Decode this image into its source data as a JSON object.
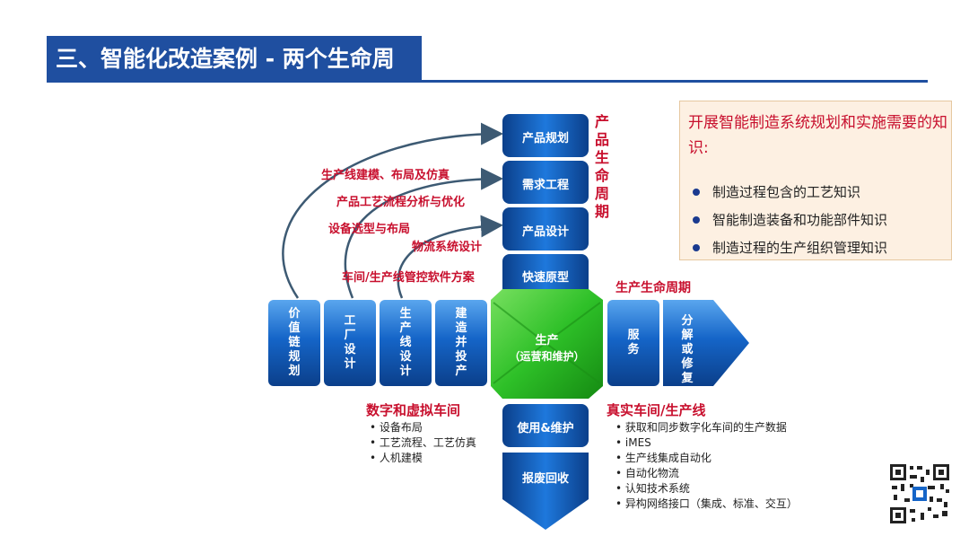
{
  "title": "三、智能化改造案例 - 两个生命周",
  "arc_labels": [
    "生产线建模、布局及仿真",
    "产品工艺流程分析与优化",
    "设备选型与布局",
    "物流系统设计",
    "车间/生产线管控软件方案"
  ],
  "product_lifecycle_label": "产品生命周期",
  "production_lifecycle_label": "生产生命周期",
  "column_stages": [
    "产品规划",
    "需求工程",
    "产品设计",
    "快速原型"
  ],
  "lower_stages": [
    "使用&维护",
    "报废回收"
  ],
  "row_stages": [
    "价值链规划",
    "工厂设计",
    "生产线设计",
    "建造并投产"
  ],
  "right_stages": [
    "服务",
    "分解或修复"
  ],
  "center": {
    "line1": "生产",
    "line2": "（运营和维护）"
  },
  "knowledge": {
    "title": "开展智能制造系统规划和实施需要的知识:",
    "items": [
      "制造过程包含的工艺知识",
      "智能制造装备和功能部件知识",
      "制造过程的生产组织管理知识"
    ]
  },
  "digital": {
    "title": "数字和虚拟车间",
    "items": [
      "设备布局",
      "工艺流程、工艺仿真",
      "人机建模"
    ]
  },
  "real": {
    "title": "真实车间/生产线",
    "items": [
      "获取和同步数字化车间的生产数据",
      "iMES",
      "生产线集成自动化",
      "自动化物流",
      "认知技术系统",
      "异构网络接口（集成、标准、交互）"
    ]
  },
  "colors": {
    "blue": "#1565c8",
    "green": "#2ec028",
    "red": "#c8102e",
    "title_bg": "#1f4fa0"
  }
}
